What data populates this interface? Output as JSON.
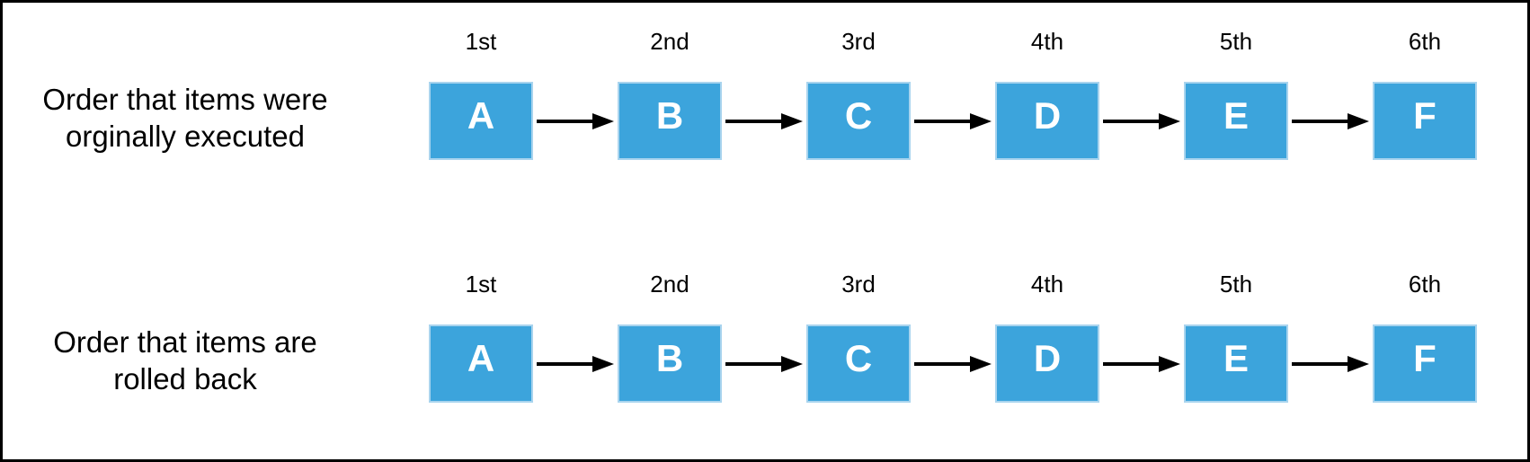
{
  "colors": {
    "box_fill": "#3CA4DC",
    "box_edge": "#A9D4EE",
    "box_letter": "#FFFFFF",
    "arrow": "#000000",
    "frame_border": "#000000",
    "background": "#FFFFFF",
    "text": "#000000"
  },
  "rows": [
    {
      "label_lines": [
        "Order that items were",
        "orginally executed"
      ],
      "nodes": [
        {
          "ordinal": "1st",
          "letter": "A"
        },
        {
          "ordinal": "2nd",
          "letter": "B"
        },
        {
          "ordinal": "3rd",
          "letter": "C"
        },
        {
          "ordinal": "4th",
          "letter": "D"
        },
        {
          "ordinal": "5th",
          "letter": "E"
        },
        {
          "ordinal": "6th",
          "letter": "F"
        }
      ]
    },
    {
      "label_lines": [
        "Order that items are",
        "rolled back"
      ],
      "nodes": [
        {
          "ordinal": "1st",
          "letter": "A"
        },
        {
          "ordinal": "2nd",
          "letter": "B"
        },
        {
          "ordinal": "3rd",
          "letter": "C"
        },
        {
          "ordinal": "4th",
          "letter": "D"
        },
        {
          "ordinal": "5th",
          "letter": "E"
        },
        {
          "ordinal": "6th",
          "letter": "F"
        }
      ]
    }
  ]
}
